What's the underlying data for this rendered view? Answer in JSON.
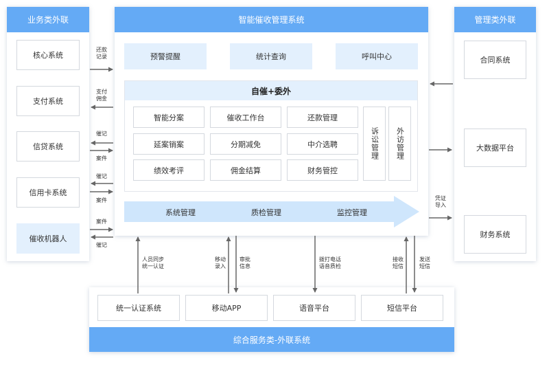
{
  "left": {
    "title": "业务类外联",
    "items": [
      "核心系统",
      "支付系统",
      "信贷系统",
      "信用卡系统",
      "催收机器人"
    ]
  },
  "right": {
    "title": "管理类外联",
    "items": [
      "合同系统",
      "大数据平台",
      "财务系统"
    ]
  },
  "center": {
    "title": "智能催收管理系统",
    "top": [
      "预警提醒",
      "统计查询",
      "呼叫中心"
    ],
    "section_title": "自催+委外",
    "grid": [
      "智能分案",
      "催收工作台",
      "还款管理",
      "延案销案",
      "分期减免",
      "中介选聘",
      "绩效考评",
      "佣金结算",
      "财务管控"
    ],
    "vertical": [
      "诉讼管理",
      "外访管理"
    ],
    "bar": [
      "系统管理",
      "质检管理",
      "监控管理"
    ]
  },
  "bottom": {
    "title": "综合服务类-外联系统",
    "items": [
      "统一认证系统",
      "移动APP",
      "语音平台",
      "短信平台"
    ]
  },
  "labels": {
    "l1": "还款\n记录",
    "l2": "支付\n佣金",
    "l3a": "催记",
    "l3b": "案件",
    "l4a": "催记",
    "l4b": "案件",
    "l5a": "案件",
    "l5b": "催记",
    "r_in": "凭证\n导入",
    "b1": "人员同步\n统一认证",
    "b2a": "移动\n录入",
    "b2b": "审批\n信息",
    "b3": "拨打电话\n语音质检",
    "b4a": "接收\n短信",
    "b4b": "发送\n短信"
  }
}
